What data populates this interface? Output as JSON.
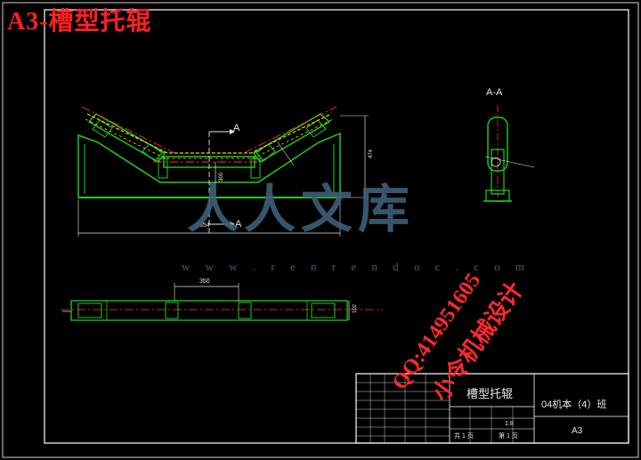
{
  "header": {
    "title": "A3-槽型托辊"
  },
  "drawing": {
    "section_label": "A-A",
    "cut_label": "A",
    "dims": {
      "width": "1354",
      "height": "474",
      "mid": "300",
      "top_view": "350",
      "side": "102"
    }
  },
  "title_block": {
    "part_name": "槽型托辊",
    "class_info": "04机本（4）班",
    "paper_size": "A3",
    "scale": "1:8",
    "sheets_total": "共 1 页",
    "sheet_no": "第 1 页"
  },
  "watermarks": {
    "site": "w w w . r e n r e n d o c . c o m",
    "logo": "人人文库",
    "qq": "QQ:414951605",
    "designer": "小令机械设计"
  },
  "colors": {
    "background": "#000000",
    "frame": "#ffffff",
    "part": "#22cc22",
    "centerline": "#ff3333",
    "belt": "#ffcc00",
    "dim": "#e6e6e6"
  }
}
